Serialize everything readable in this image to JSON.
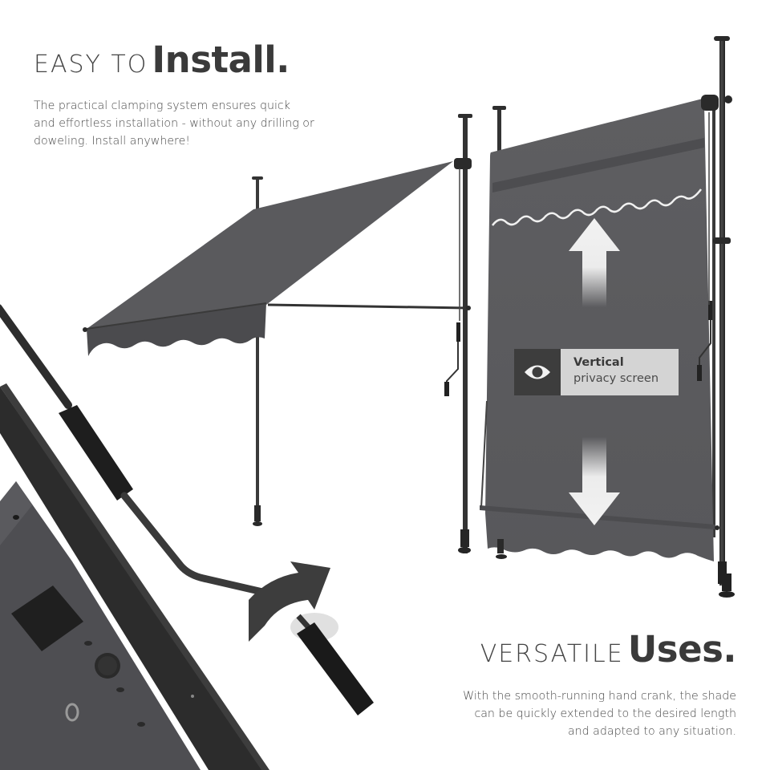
{
  "sections": {
    "install": {
      "heading_light": "EASY TO",
      "heading_bold": "Install.",
      "lines": [
        "The practical clamping system ensures quick",
        "and effortless installation - without any drilling or",
        "doweling. Install anywhere!"
      ]
    },
    "uses": {
      "heading_light": "VERSATILE",
      "heading_bold": "Uses.",
      "lines": [
        "With the smooth-running hand crank, the shade",
        "can be quickly extended to the desired length",
        "and adapted to any situation."
      ]
    }
  },
  "badge": {
    "icon": "eye-icon",
    "title": "Vertical",
    "subtitle": "privacy screen"
  },
  "illustrations": {
    "awning_horizontal": "clamp awning extended horizontally",
    "awning_vertical": "clamp awning as vertical privacy screen",
    "arrow_up": "arrow-up-icon",
    "arrow_down": "arrow-down-icon",
    "crank_closeup": "hand crank with rotation arrow",
    "pole_closeup": "telescopic pole with adjustment knob"
  },
  "colors": {
    "fabric": "#5b5b5e",
    "fabric_dark": "#4a4a4d",
    "pole": "#333333",
    "text": "#3b3b3b",
    "badge_dark": "#3d3d3d",
    "badge_light": "#d4d4d4"
  }
}
